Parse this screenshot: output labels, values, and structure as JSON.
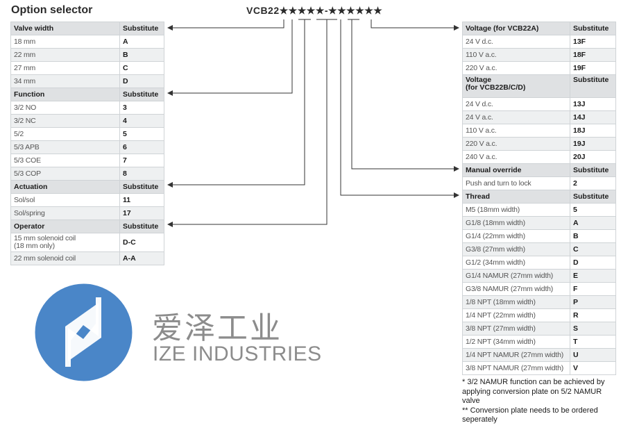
{
  "title": "Option selector",
  "code": "VCB22★★★★★-★★★★★★",
  "left_groups": [
    {
      "header": "Valve width",
      "sub": "Substitute",
      "rows": [
        [
          "18 mm",
          "A"
        ],
        [
          "22 mm",
          "B"
        ],
        [
          "27 mm",
          "C"
        ],
        [
          "34 mm",
          "D"
        ]
      ]
    },
    {
      "header": "Function",
      "sub": "Substitute",
      "rows": [
        [
          "3/2 NO",
          "3"
        ],
        [
          "3/2 NC",
          "4"
        ],
        [
          "5/2",
          "5"
        ],
        [
          "5/3 APB",
          "6"
        ],
        [
          "5/3 COE",
          "7"
        ],
        [
          "5/3 COP",
          "8"
        ]
      ]
    },
    {
      "header": "Actuation",
      "sub": "Substitute",
      "rows": [
        [
          "Sol/sol",
          "11"
        ],
        [
          "Sol/spring",
          "17"
        ]
      ]
    },
    {
      "header": "Operator",
      "sub": "Substitute",
      "rows": [
        [
          "15 mm solenoid coil\n(18 mm only)",
          "D-C"
        ],
        [
          "22 mm solenoid coil",
          "A-A"
        ]
      ]
    }
  ],
  "right_groups": [
    {
      "header": "Voltage (for VCB22A)",
      "sub": "Substitute",
      "rows": [
        [
          "24 V d.c.",
          "13F"
        ],
        [
          "110 V a.c.",
          "18F"
        ],
        [
          "220 V a.c.",
          "19F"
        ]
      ]
    },
    {
      "header": "Voltage\n(for VCB22B/C/D)",
      "sub": "Substitute",
      "rows": [
        [
          "24 V d.c.",
          "13J"
        ],
        [
          "24 V a.c.",
          "14J"
        ],
        [
          "110 V a.c.",
          "18J"
        ],
        [
          "220 V a.c.",
          "19J"
        ],
        [
          "240 V a.c.",
          "20J"
        ]
      ]
    },
    {
      "header": "Manual override",
      "sub": "Substitute",
      "rows": [
        [
          "Push and turn to lock",
          "2"
        ]
      ]
    },
    {
      "header": "Thread",
      "sub": "Substitute",
      "rows": [
        [
          "M5 (18mm width)",
          "5"
        ],
        [
          "G1/8 (18mm width)",
          "A"
        ],
        [
          "G1/4 (22mm width)",
          "B"
        ],
        [
          "G3/8 (27mm width)",
          "C"
        ],
        [
          "G1/2 (34mm width)",
          "D"
        ],
        [
          "G1/4 NAMUR (27mm width)",
          "E"
        ],
        [
          "G3/8 NAMUR (27mm width)",
          "F"
        ],
        [
          "1/8 NPT (18mm width)",
          "P"
        ],
        [
          "1/4 NPT (22mm width)",
          "R"
        ],
        [
          "3/8 NPT (27mm width)",
          "S"
        ],
        [
          "1/2 NPT (34mm width)",
          "T"
        ],
        [
          "1/4 NPT NAMUR (27mm width)",
          "U"
        ],
        [
          "3/8 NPT NAMUR (27mm width)",
          "V"
        ]
      ]
    }
  ],
  "notes": [
    "* 3/2 NAMUR function can be achieved by applying conversion plate on 5/2 NAMUR valve",
    "** Conversion plate needs to be ordered seperately"
  ],
  "brand": {
    "cn": "爱泽工业",
    "en": "IZE INDUSTRIES"
  },
  "colors": {
    "header_bg": "#dfe1e3",
    "shade_bg": "#eef0f1",
    "border": "#cfd3d6",
    "logo_blue": "#4a86c8",
    "brand_gray": "#8c8c8c"
  }
}
